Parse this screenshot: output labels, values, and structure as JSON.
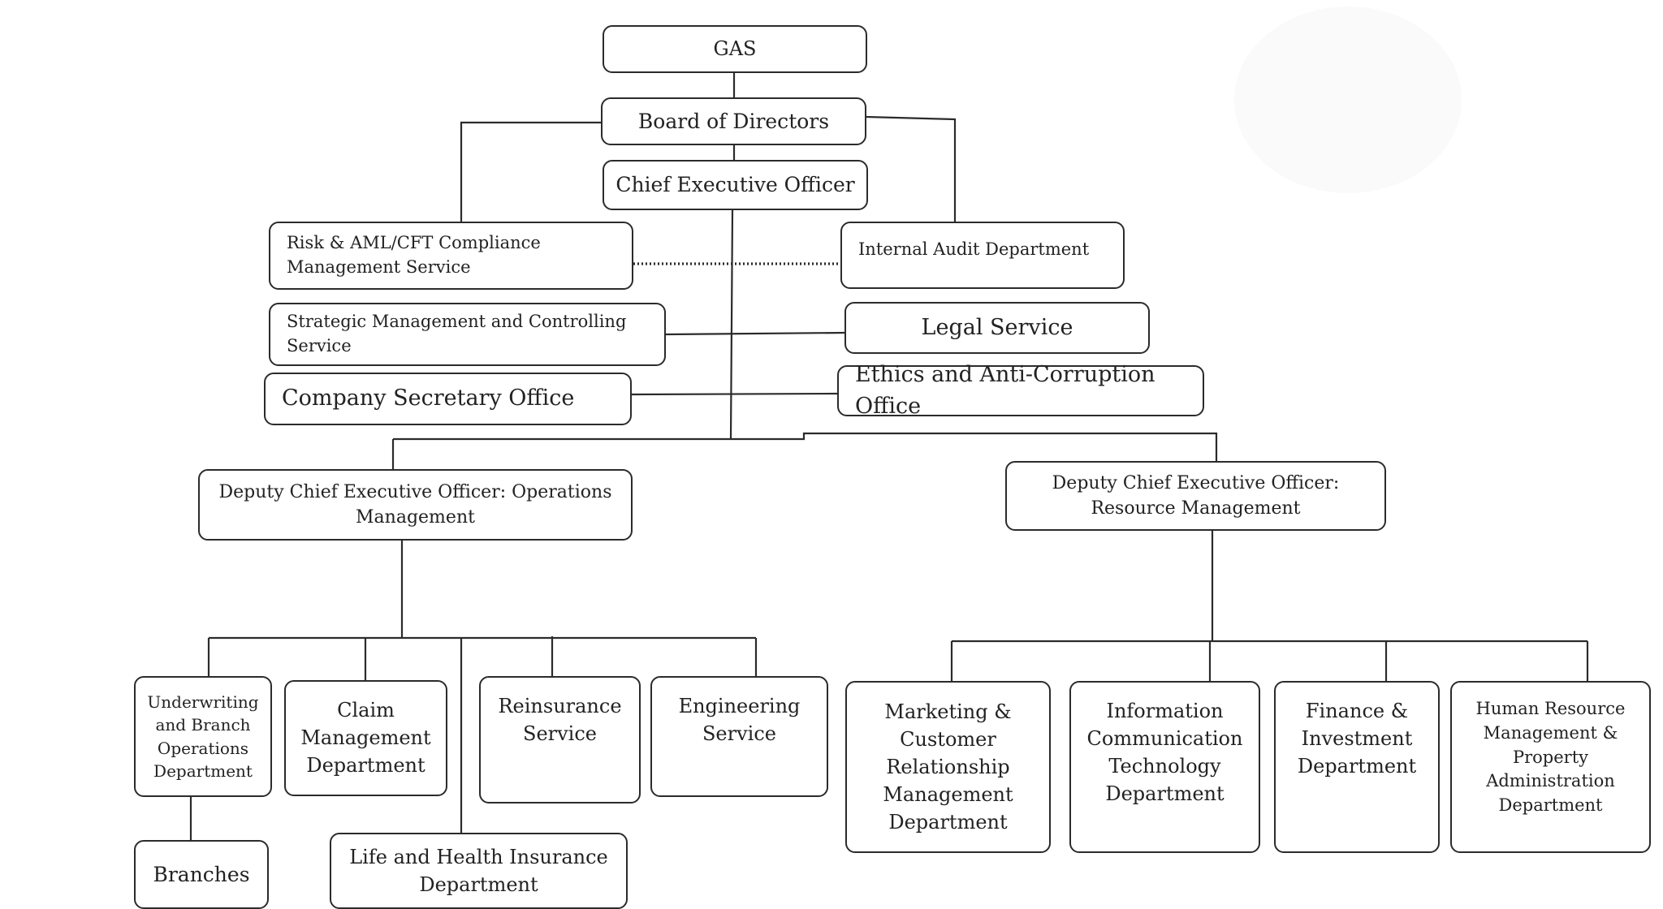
{
  "nodes": {
    "gas": "GAS",
    "board": "Board of Directors",
    "ceo": "Chief Executive Officer",
    "risk": "Risk & AML/CFT Compliance\nManagement Service",
    "audit": "Internal Audit Department",
    "strategic": "Strategic Management and Controlling\nService",
    "legal": "Legal Service",
    "secretary": "Company Secretary Office",
    "ethics": "Ethics and Anti-Corruption Office",
    "dceo_ops": "Deputy Chief Executive Officer:  Operations\nManagement",
    "dceo_res": "Deputy Chief Executive Officer:\nResource Management",
    "underwriting": "Underwriting\nand Branch\nOperations\nDepartment",
    "claim": "Claim\nManagement\nDepartment",
    "reinsurance": "Reinsurance\nService",
    "engineering": "Engineering\nService",
    "branches": "Branches",
    "life": "Life and Health Insurance\nDepartment",
    "marketing": "Marketing &\nCustomer\nRelationship\nManagement\nDepartment",
    "ict": "Information\nCommunication\nTechnology\nDepartment",
    "finance": "Finance &\nInvestment\nDepartment",
    "hr": "Human Resource\nManagement &\nProperty\nAdministration\nDepartment"
  },
  "colors": {
    "line": "#2b2b2b",
    "box_border": "#2b2b2b",
    "background": "#ffffff",
    "text": "#222222"
  }
}
